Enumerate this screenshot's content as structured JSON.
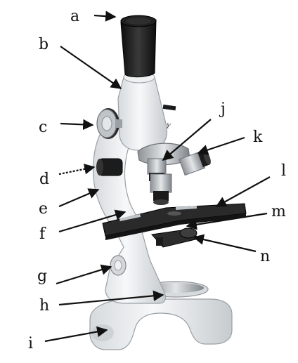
{
  "diagram": {
    "labels": [
      "a",
      "b",
      "c",
      "d",
      "e",
      "f",
      "g",
      "h",
      "i",
      "j",
      "k",
      "l",
      "m",
      "n"
    ],
    "brand": "Y",
    "colors": {
      "body": "#eef0f1",
      "body_shade": "#c9ced2",
      "black": "#1b1b1b",
      "chrome": "#b9bec2",
      "mirror": "#a7adb1"
    }
  }
}
